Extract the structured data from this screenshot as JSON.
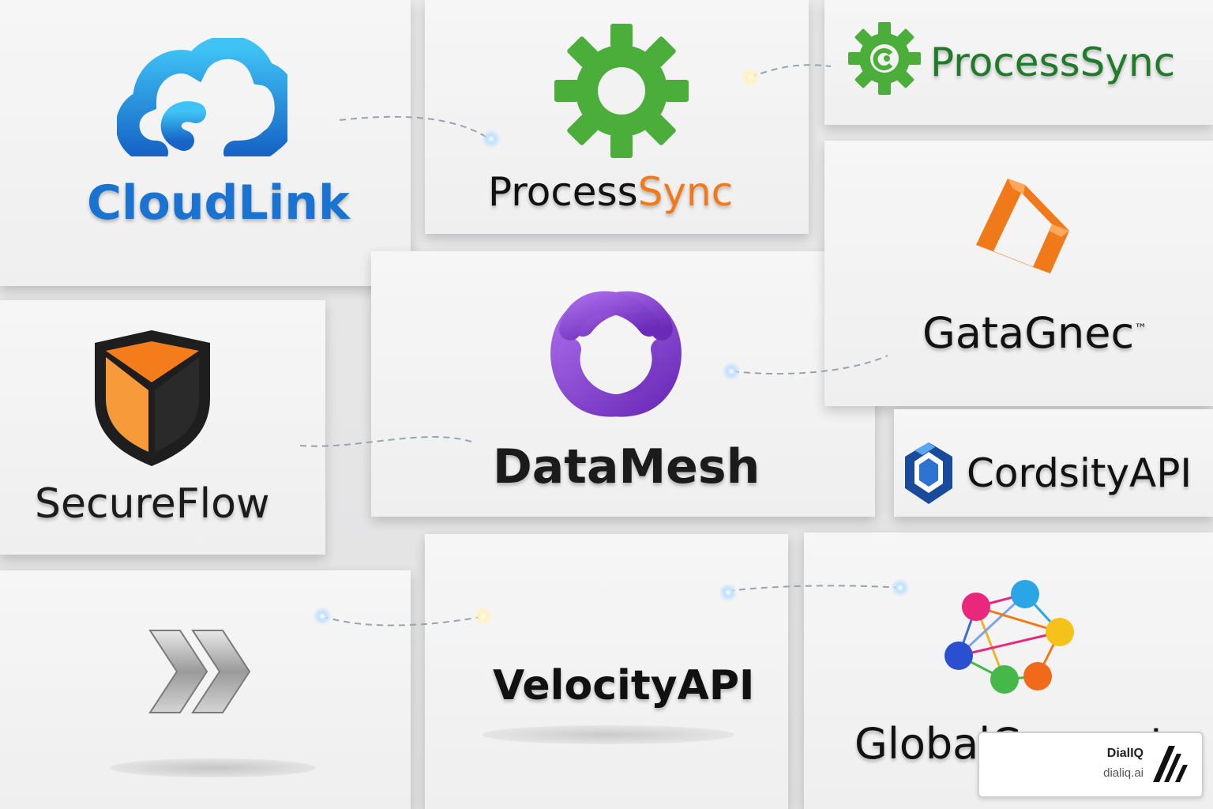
{
  "logos": {
    "cloudlink": {
      "name": "CloudLink",
      "icon": "cloud-icon",
      "color": "#1a73d1"
    },
    "processsync_center": {
      "name_part1": "Process",
      "name_part2": "Sync",
      "icon": "gear-icon",
      "color_part1": "#111111",
      "color_part2": "#f07a1a"
    },
    "processsync_top": {
      "name": "ProcessSync",
      "icon": "gear-icon",
      "color": "#1f7a2a"
    },
    "datamesh": {
      "name": "DataMesh",
      "icon": "interlocked-rings-icon",
      "color": "#8a3fd1"
    },
    "gatagnec": {
      "name": "GataGnec",
      "trademark": "™",
      "icon": "orange-prism-icon",
      "color": "#f07a1a"
    },
    "securflow": {
      "name": "SecureFlow",
      "icon": "shield-icon",
      "color": "#f07a1a"
    },
    "cordsity": {
      "name": "CordsityAPI",
      "icon": "hexagon-cube-icon",
      "color": "#1a4a9c"
    },
    "velocity": {
      "name": "VelocityAPI",
      "icon": "double-chevron-icon"
    },
    "globalconnect": {
      "name": "GlobalConnect",
      "icon": "network-nodes-icon"
    }
  },
  "badge": {
    "name": "DialIQ",
    "url": "dialiq.ai",
    "icon": "dialiq-logo-icon"
  }
}
